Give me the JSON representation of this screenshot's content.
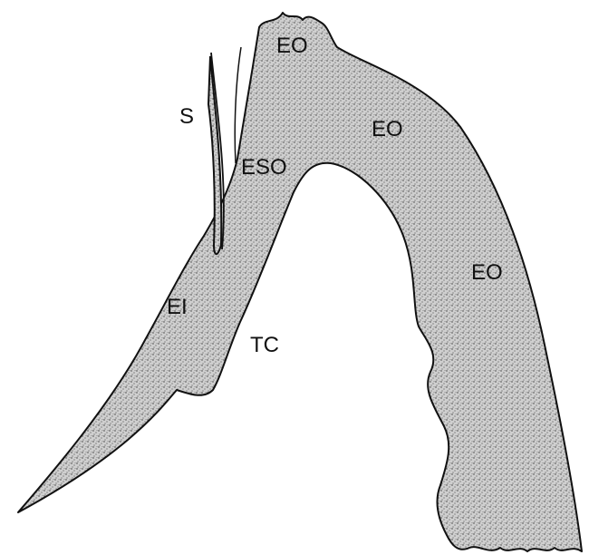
{
  "labels": {
    "eo_top": "EO",
    "eo_upper": "EO",
    "eo_right": "EO",
    "s": "S",
    "eso": "ESO",
    "ei": "EI",
    "tc": "TC"
  },
  "colors": {
    "stroke": "#111111",
    "fill": "#c7c7c7",
    "stipple": "#444444",
    "background": "#ffffff"
  }
}
